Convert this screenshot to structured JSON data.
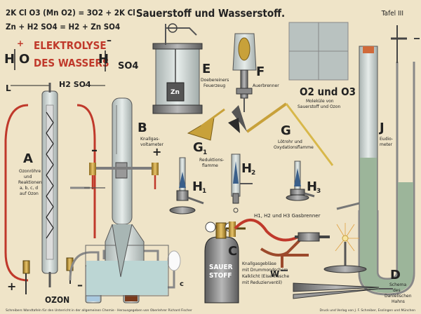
{
  "poster": {
    "title": "Sauerstoff und Wasserstoff.",
    "plate": "Tafel III",
    "formula1": "2K Cl O3 (Mn O2) = 3O2 + 2K Cl",
    "formula2": "Zn + H2 SO4 = H2 + Zn SO4",
    "elektrolyse_1": "ELEKTROLYSE",
    "elektrolyse_2": "DES WASSERS",
    "h2so4": "H2 SO4",
    "so4": "SO4",
    "L": "L",
    "plus": "+",
    "minus": "–",
    "ozon": "OZON",
    "sauerstoff_1": "SAUER",
    "sauerstoff_2": "STOFF",
    "footer_left": "Schreibers Wandtafeln für den Unterricht in der allgemeinen Chemie · Herausgegeben von Oberlehrer Richard Fischer",
    "footer_right": "Druck und Verlag von J. F. Schreiber, Esslingen und München"
  },
  "labels": {
    "A": {
      "letter": "A",
      "text1": "Ozonröhre",
      "text2": "und",
      "text3": "Reaktionen",
      "text4": "a, b, c, d",
      "text5": "auf Ozon"
    },
    "B": {
      "letter": "B",
      "text1": "Knallgas-",
      "text2": "voltameter"
    },
    "C": {
      "letter": "C",
      "text1": "Knallgasgebläse",
      "text2": "mit Drummondschem",
      "text3": "Kalklicht (Eisenflasche",
      "text4": "mit Reduzierventil)"
    },
    "D": {
      "letter": "D",
      "text1": "Schema",
      "text2": "des",
      "text3": "Daniellschen",
      "text4": "Hahns"
    },
    "E": {
      "letter": "E",
      "text1": "Doebereiners",
      "text2": "Feuerzeug"
    },
    "F": {
      "letter": "F",
      "text1": "Auerbrenner"
    },
    "G": {
      "letter": "G",
      "text1": "Lötrohr und",
      "text2": "Oxydationsflamme"
    },
    "G1": {
      "letter": "G",
      "sub": "1",
      "text1": "Reduktions-",
      "text2": "flamme"
    },
    "H1": {
      "letter": "H",
      "sub": "1"
    },
    "H2": {
      "letter": "H",
      "sub": "2"
    },
    "H3": {
      "letter": "H",
      "sub": "3"
    },
    "H_text": "H1, H2 und H3  Gasbrenner",
    "J": {
      "letter": "J",
      "text1": "Eudio-",
      "text2": "meter"
    },
    "O": {
      "text1": "O2 und O3",
      "text2": "Moleküle von",
      "text3": "Sauerstoff und Ozon"
    },
    "W": {
      "letter": "W"
    },
    "zn": "Zn",
    "a": "a",
    "b": "b",
    "c": "c"
  },
  "colors": {
    "paper": "#efe4c8",
    "red": "#c0392b",
    "blue": "#3a5f8a",
    "glass": "#b9c2c0",
    "metal": "#7d7d7d",
    "brass": "#c8a13a",
    "liquid": "#bcd6d4",
    "dark": "#2a2a2a"
  }
}
